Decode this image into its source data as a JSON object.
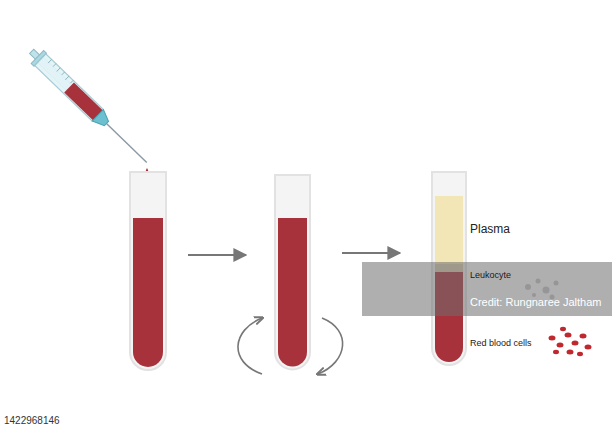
{
  "diagram": {
    "labels": [
      "Plasma",
      "Leukocyte",
      "Red blood cells",
      "Credit: Rungnaree Jaltham",
      "1422968146"
    ]
  }
}
